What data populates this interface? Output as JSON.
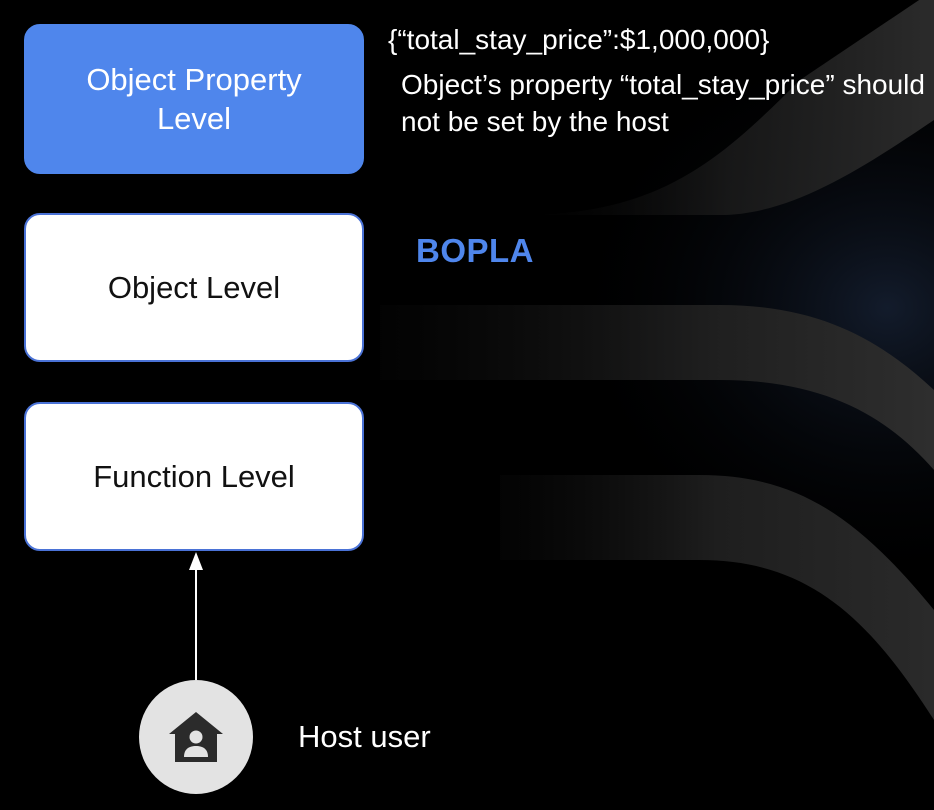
{
  "diagram": {
    "levels": [
      {
        "label": "Object Property Level",
        "active": true
      },
      {
        "label": "Object Level",
        "active": false
      },
      {
        "label": "Function Level",
        "active": false
      }
    ],
    "payload": "{“total_stay_price”:$1,000,000}",
    "note": "Object’s property “total_stay_price” should not be set by the host",
    "acronym": "BOPLA",
    "user_label": "Host user",
    "user_icon": "home-person-icon"
  },
  "colors": {
    "background": "#000000",
    "accent": "#4f86ec",
    "box_fill": "#ffffff",
    "text_light": "#ffffff",
    "avatar_fill": "#e3e3e3"
  }
}
